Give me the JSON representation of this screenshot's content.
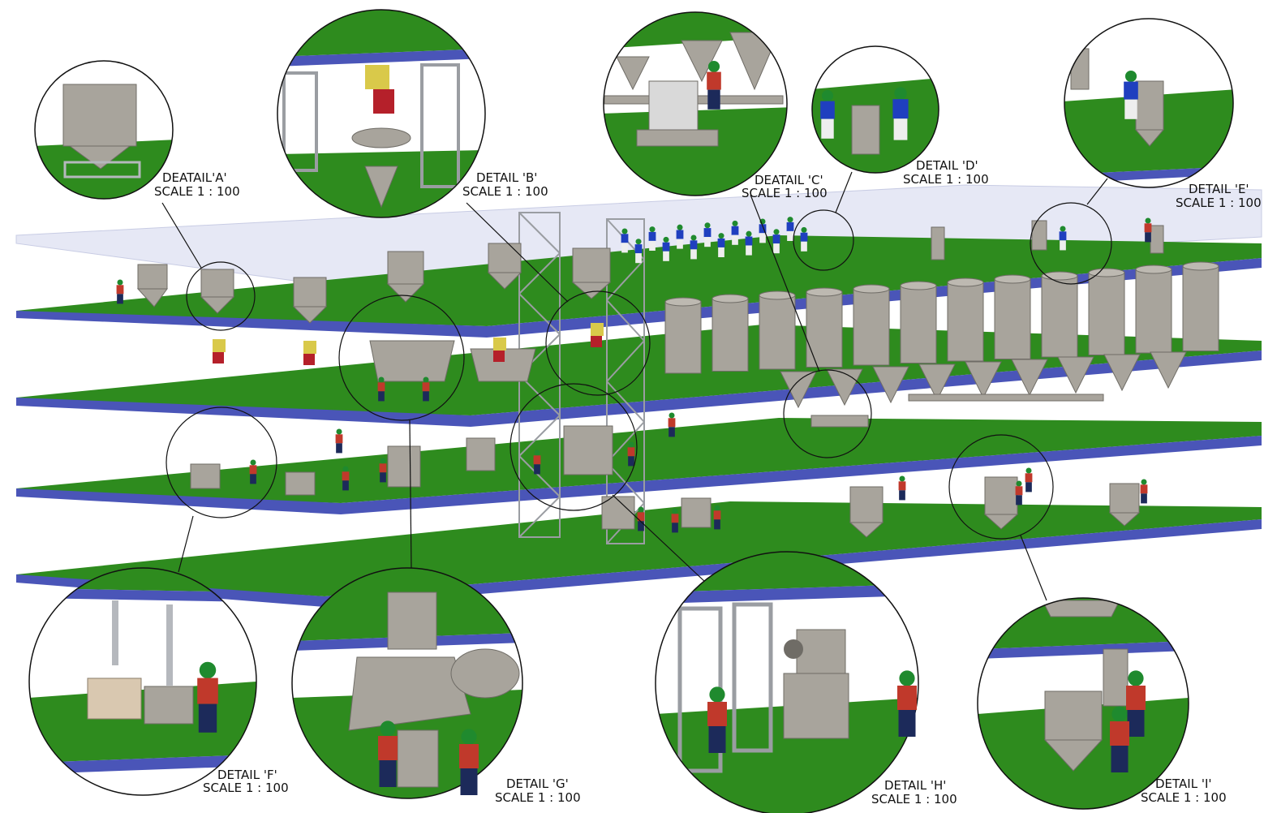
{
  "colors": {
    "floor_green": "#2e8b1e",
    "floor_edge": "#4a55b8",
    "roof": "#e6e8f5",
    "equipment": "#a8a49c",
    "worker_shirt": "#c0392b",
    "operator_shirt": "#1f3fbf",
    "hardhat": "#1f8a2e",
    "frame": "#b5b8bd"
  },
  "details": [
    {
      "id": "A",
      "title": "DEATAIL'A'",
      "scale": "SCALE 1 : 100"
    },
    {
      "id": "B",
      "title": "DETAIL 'B'",
      "scale": "SCALE 1 : 100"
    },
    {
      "id": "C",
      "title": "DEATAIL 'C'",
      "scale": "SCALE 1 : 100"
    },
    {
      "id": "D",
      "title": "DETAIL 'D'",
      "scale": "SCALE 1 : 100"
    },
    {
      "id": "E",
      "title": "DETAIL 'E'",
      "scale": "SCALE 1 : 100"
    },
    {
      "id": "F",
      "title": "DETAIL 'F'",
      "scale": "SCALE 1 : 100"
    },
    {
      "id": "G",
      "title": "DETAIL 'G'",
      "scale": "SCALE 1 : 100"
    },
    {
      "id": "H",
      "title": "DETAIL 'H'",
      "scale": "SCALE 1 : 100"
    },
    {
      "id": "I",
      "title": "DETAIL 'I'",
      "scale": "SCALE 1 : 100"
    }
  ]
}
